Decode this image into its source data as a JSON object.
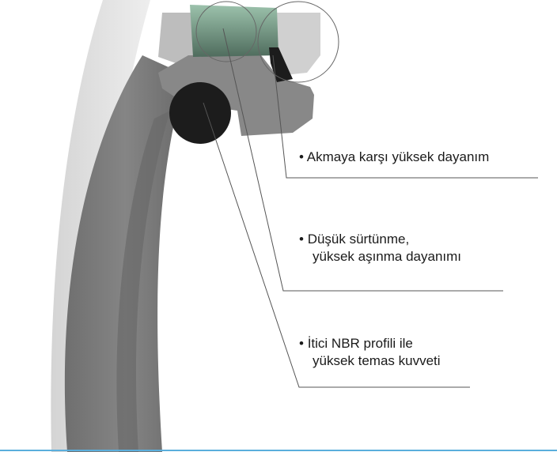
{
  "colors": {
    "seal_body": "#7b7b7b",
    "seal_body_light": "#8d8d8d",
    "seal_outer_rim": "#dcdcdc",
    "ptfe_ring": "#5c7568",
    "o_ring": "#1c1c1c",
    "leader_line": "#555555",
    "bottom_rule": "#5aaedc"
  },
  "callouts": [
    {
      "bullet": "•",
      "lines": [
        "Akmaya karşı yüksek dayanım"
      ]
    },
    {
      "bullet": "•",
      "lines": [
        "Düşük sürtünme,",
        "yüksek aşınma dayanımı"
      ]
    },
    {
      "bullet": "•",
      "lines": [
        "İtici NBR profili ile",
        "yüksek temas kuvveti"
      ]
    }
  ]
}
